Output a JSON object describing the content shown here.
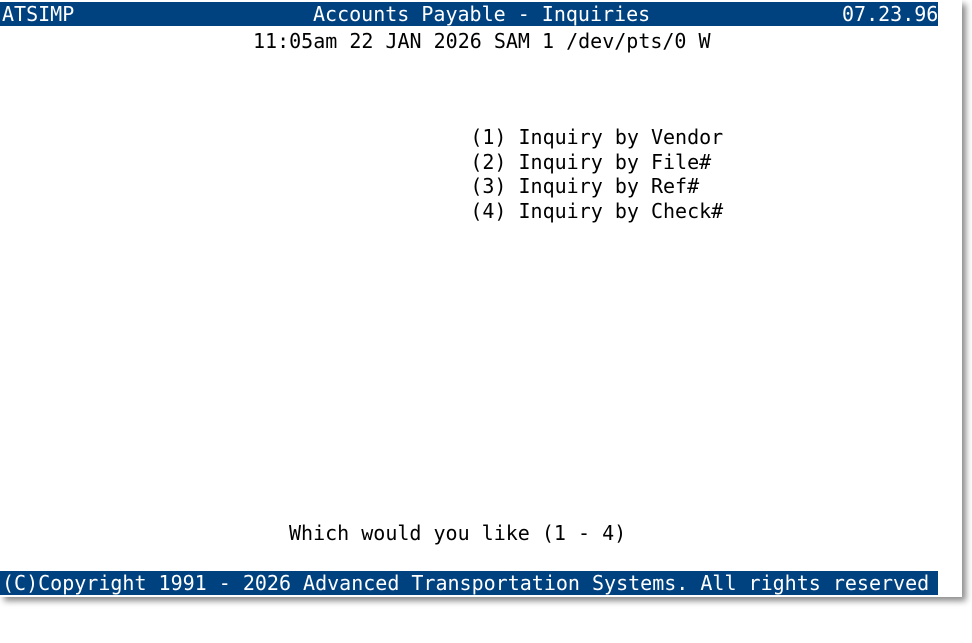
{
  "header": {
    "app_id": "ATSIMP",
    "title": "Accounts Payable - Inquiries",
    "version": "07.23.96"
  },
  "status_line": "11:05am 22 JAN 2026 SAM 1 /dev/pts/0 W",
  "menu": {
    "items": [
      {
        "key": "(1)",
        "label": "Inquiry by Vendor"
      },
      {
        "key": "(2)",
        "label": "Inquiry by File#"
      },
      {
        "key": "(3)",
        "label": "Inquiry by Ref#"
      },
      {
        "key": "(4)",
        "label": "Inquiry by Check#"
      }
    ]
  },
  "prompt": "Which would you like (1 - 4)",
  "footer": {
    "copyright": "(C)Copyright 1991 - 2026 Advanced Transportation Systems. All rights reserved"
  },
  "colors": {
    "bar_background": "#00417f",
    "bar_text": "#ffffff",
    "screen_background": "#ffffff",
    "text": "#000000"
  }
}
